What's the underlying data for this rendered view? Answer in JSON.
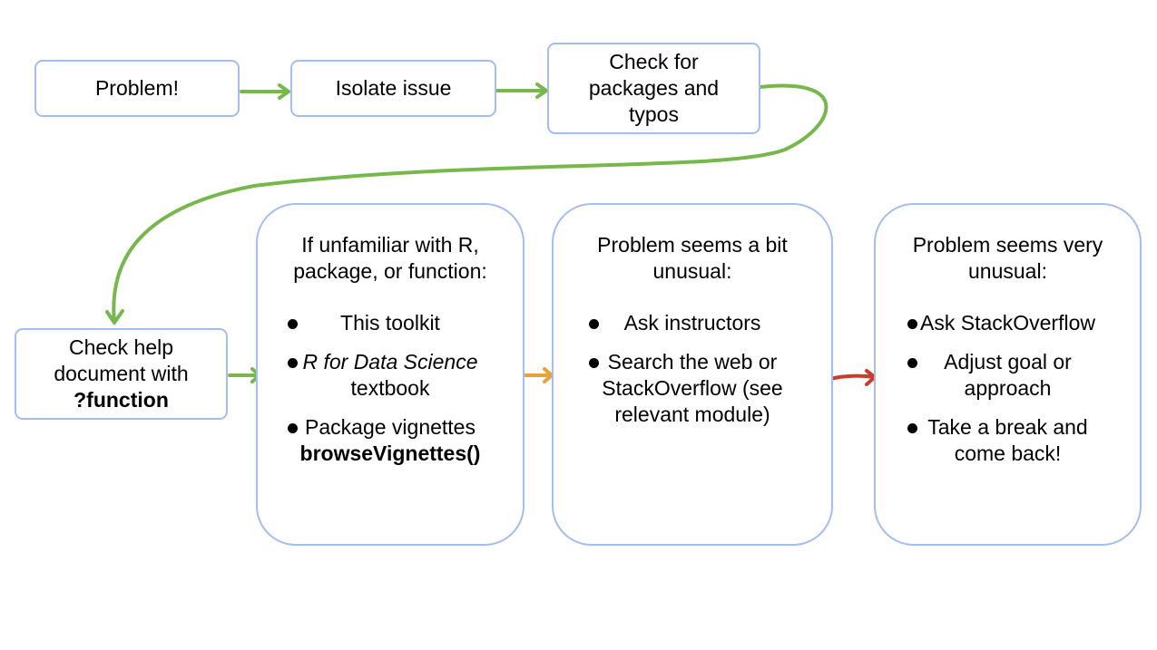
{
  "colors": {
    "box_border": "#a4bdf0",
    "arrow_green": "#76b84b",
    "arrow_orange": "#e8a23a",
    "arrow_red": "#cc3b2e"
  },
  "steps": {
    "problem": "Problem!",
    "isolate": "Isolate issue",
    "check_packages": [
      "Check for",
      "packages and",
      "typos"
    ],
    "check_help": {
      "lines": [
        "Check help",
        "document with"
      ],
      "code": "?function"
    }
  },
  "unfamiliar": {
    "title": [
      "If unfamiliar with R,",
      "package, or function:"
    ],
    "item1": "This toolkit",
    "item2": {
      "italic": "R for Data Science",
      "rest": "textbook"
    },
    "item3": {
      "line1": "Package vignettes",
      "code": "browseVignettes()"
    }
  },
  "bit_unusual": {
    "title": [
      "Problem seems a bit",
      "unusual:"
    ],
    "item1": "Ask instructors",
    "item2": [
      "Search the web or",
      "StackOverflow (see",
      "relevant module)"
    ]
  },
  "very_unusual": {
    "title": [
      "Problem seems very",
      "unusual:"
    ],
    "item1": "Ask StackOverflow",
    "item2": [
      "Adjust goal or",
      "approach"
    ],
    "item3": [
      "Take a break and",
      "come back!"
    ]
  }
}
